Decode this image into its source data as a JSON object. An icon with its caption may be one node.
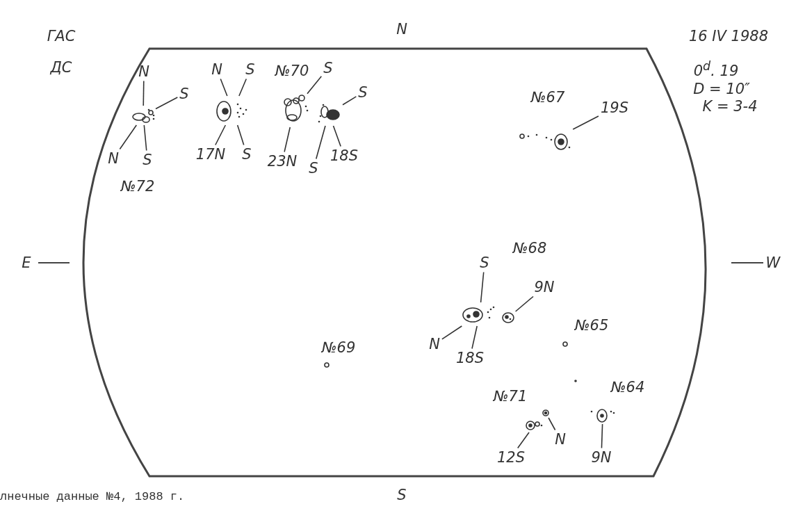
{
  "diagram": {
    "caption": "лнечные данные №4, 1988 г.",
    "nodes": [
      {
        "text": [],
        "shape": "picture"
      },
      {
        "text": [
          "N"
        ]
      },
      {
        "text": [
          "S"
        ]
      },
      {
        "text": [
          "N"
        ]
      },
      {
        "text": [
          "S"
        ]
      },
      {
        "text": [],
        "shape": "picture"
      },
      {
        "text": [
          "N"
        ]
      },
      {
        "text": [
          "S"
        ]
      },
      {
        "text": [
          "17N"
        ]
      },
      {
        "text": [
          "S"
        ]
      },
      {
        "text": [],
        "shape": "picture"
      },
      {
        "text": [
          "S"
        ]
      },
      {
        "text": [
          "23N"
        ]
      },
      {
        "text": [],
        "shape": "picture"
      },
      {
        "text": [
          "S"
        ]
      },
      {
        "text": [
          "S"
        ]
      },
      {
        "text": [
          "18S"
        ]
      },
      {
        "text": [],
        "shape": "picture"
      },
      {
        "text": [
          "19S"
        ]
      },
      {
        "text": [],
        "shape": "picture"
      },
      {
        "text": [
          "S"
        ]
      },
      {
        "text": [
          "N"
        ]
      },
      {
        "text": [
          "18S"
        ]
      },
      {
        "text": [],
        "shape": "picture"
      },
      {
        "text": [
          "9N"
        ]
      },
      {
        "text": [],
        "shape": "picture"
      },
      {
        "text": [
          "12S"
        ]
      },
      {
        "text": [],
        "shape": "picture"
      },
      {
        "text": [
          "N"
        ]
      },
      {
        "text": [],
        "shape": "picture"
      },
      {
        "text": [
          "9N"
        ]
      }
    ],
    "edges": [
      {
        "from": 1,
        "to": 0,
        "arrow": "none"
      },
      {
        "from": 2,
        "to": 0,
        "arrow": "none"
      },
      {
        "from": 3,
        "to": 0,
        "arrow": "none"
      },
      {
        "from": 4,
        "to": 0,
        "arrow": "none"
      },
      {
        "from": 6,
        "to": 5,
        "arrow": "none"
      },
      {
        "from": 7,
        "to": 5,
        "arrow": "none"
      },
      {
        "from": 8,
        "to": 5,
        "arrow": "none"
      },
      {
        "from": 9,
        "to": 5,
        "arrow": "none"
      },
      {
        "from": 11,
        "to": 10,
        "arrow": "none"
      },
      {
        "from": 12,
        "to": 10,
        "arrow": "none"
      },
      {
        "from": 14,
        "to": 13,
        "arrow": "none"
      },
      {
        "from": 15,
        "to": 13,
        "arrow": "none"
      },
      {
        "from": 16,
        "to": 13,
        "arrow": "none"
      },
      {
        "from": 18,
        "to": 17,
        "arrow": "none"
      },
      {
        "from": 20,
        "to": 19,
        "arrow": "none"
      },
      {
        "from": 21,
        "to": 19,
        "arrow": "none"
      },
      {
        "from": 22,
        "to": 19,
        "arrow": "none"
      },
      {
        "from": 24,
        "to": 23,
        "arrow": "none"
      },
      {
        "from": 26,
        "to": 25,
        "arrow": "none"
      },
      {
        "from": 28,
        "to": 27,
        "arrow": "none"
      },
      {
        "from": 30,
        "to": 29,
        "arrow": "none"
      }
    ],
    "labels": [
      "ГАС",
      "N",
      "16 IV 1988",
      "ДС",
      "0$^{d}$. 19",
      "D = 10″",
      "K = 3-4",
      "№70",
      "№72",
      "№67",
      "E",
      "W",
      "№68",
      "№65",
      "№69",
      "№64",
      "№71",
      "S"
    ]
  }
}
